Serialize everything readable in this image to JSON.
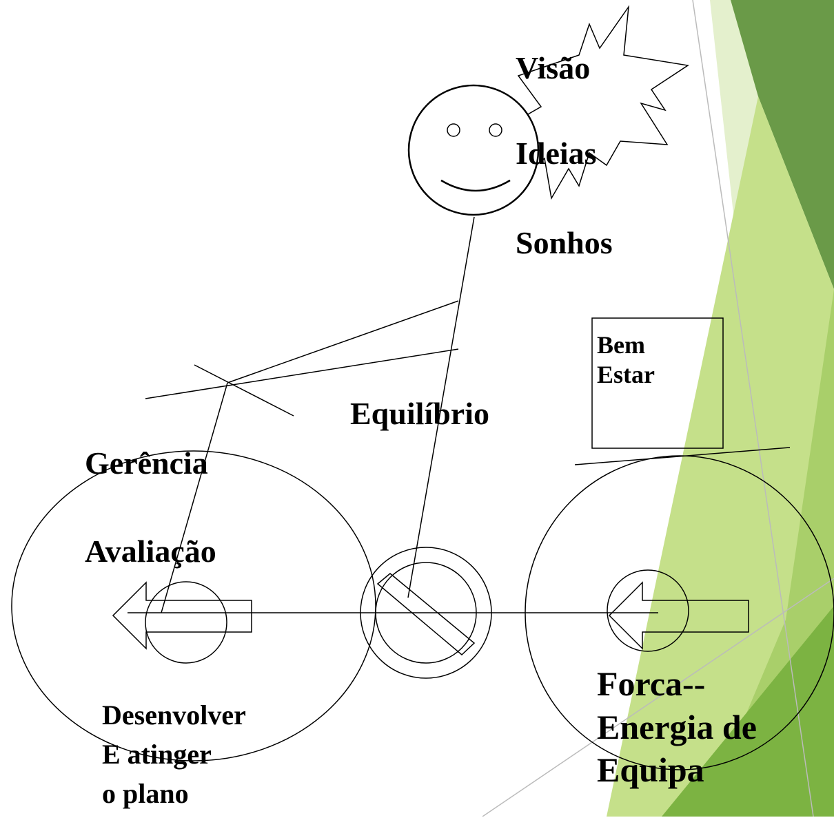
{
  "labels": {
    "visao": "Visão",
    "ideias": "Ideias",
    "sonhos": "Sonhos",
    "bem_estar": "Bem\nEstar",
    "equilibrio": "Equilíbrio",
    "gerencia": "Gerência",
    "avaliacao": "Avaliação",
    "desenvolver": "Desenvolver\nE atinger\no plano",
    "forca": "Forca--\nEnergia de\nEquipa"
  },
  "colors": {
    "accent_dark": "#6a9a48",
    "accent_mid": "#8bbf4a",
    "accent_light": "#c5e08a",
    "accent_pale": "#e4f0cd",
    "ink": "#000000"
  }
}
